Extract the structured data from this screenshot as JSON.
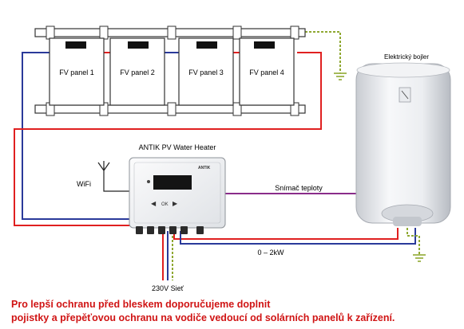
{
  "panels": [
    {
      "label": "FV panel 1"
    },
    {
      "label": "FV panel 2"
    },
    {
      "label": "FV panel 3"
    },
    {
      "label": "FV panel 4"
    }
  ],
  "heater": {
    "title": "ANTIK PV Water Heater",
    "brand": "ANTIK",
    "wifi_label": "WiFi",
    "mains_label": "230V Sieť",
    "button_center": "OK"
  },
  "boiler": {
    "label": "Elektrický bojler",
    "sensor_label": "Snímač teploty",
    "power_label": "0 – 2kW"
  },
  "note": {
    "line1": "Pro lepší ochranu před bleskem doporučujeme doplnit",
    "line2": "pojistky a přepěťovou ochranu na vodiče vedoucí od solárních panelů k zařízení."
  },
  "colors": {
    "positive_wire": "#e02020",
    "negative_wire": "#2a3a9a",
    "ground_wire": "#8fa832",
    "sensor_wire": "#8a2c8a",
    "note_text": "#d01414"
  }
}
